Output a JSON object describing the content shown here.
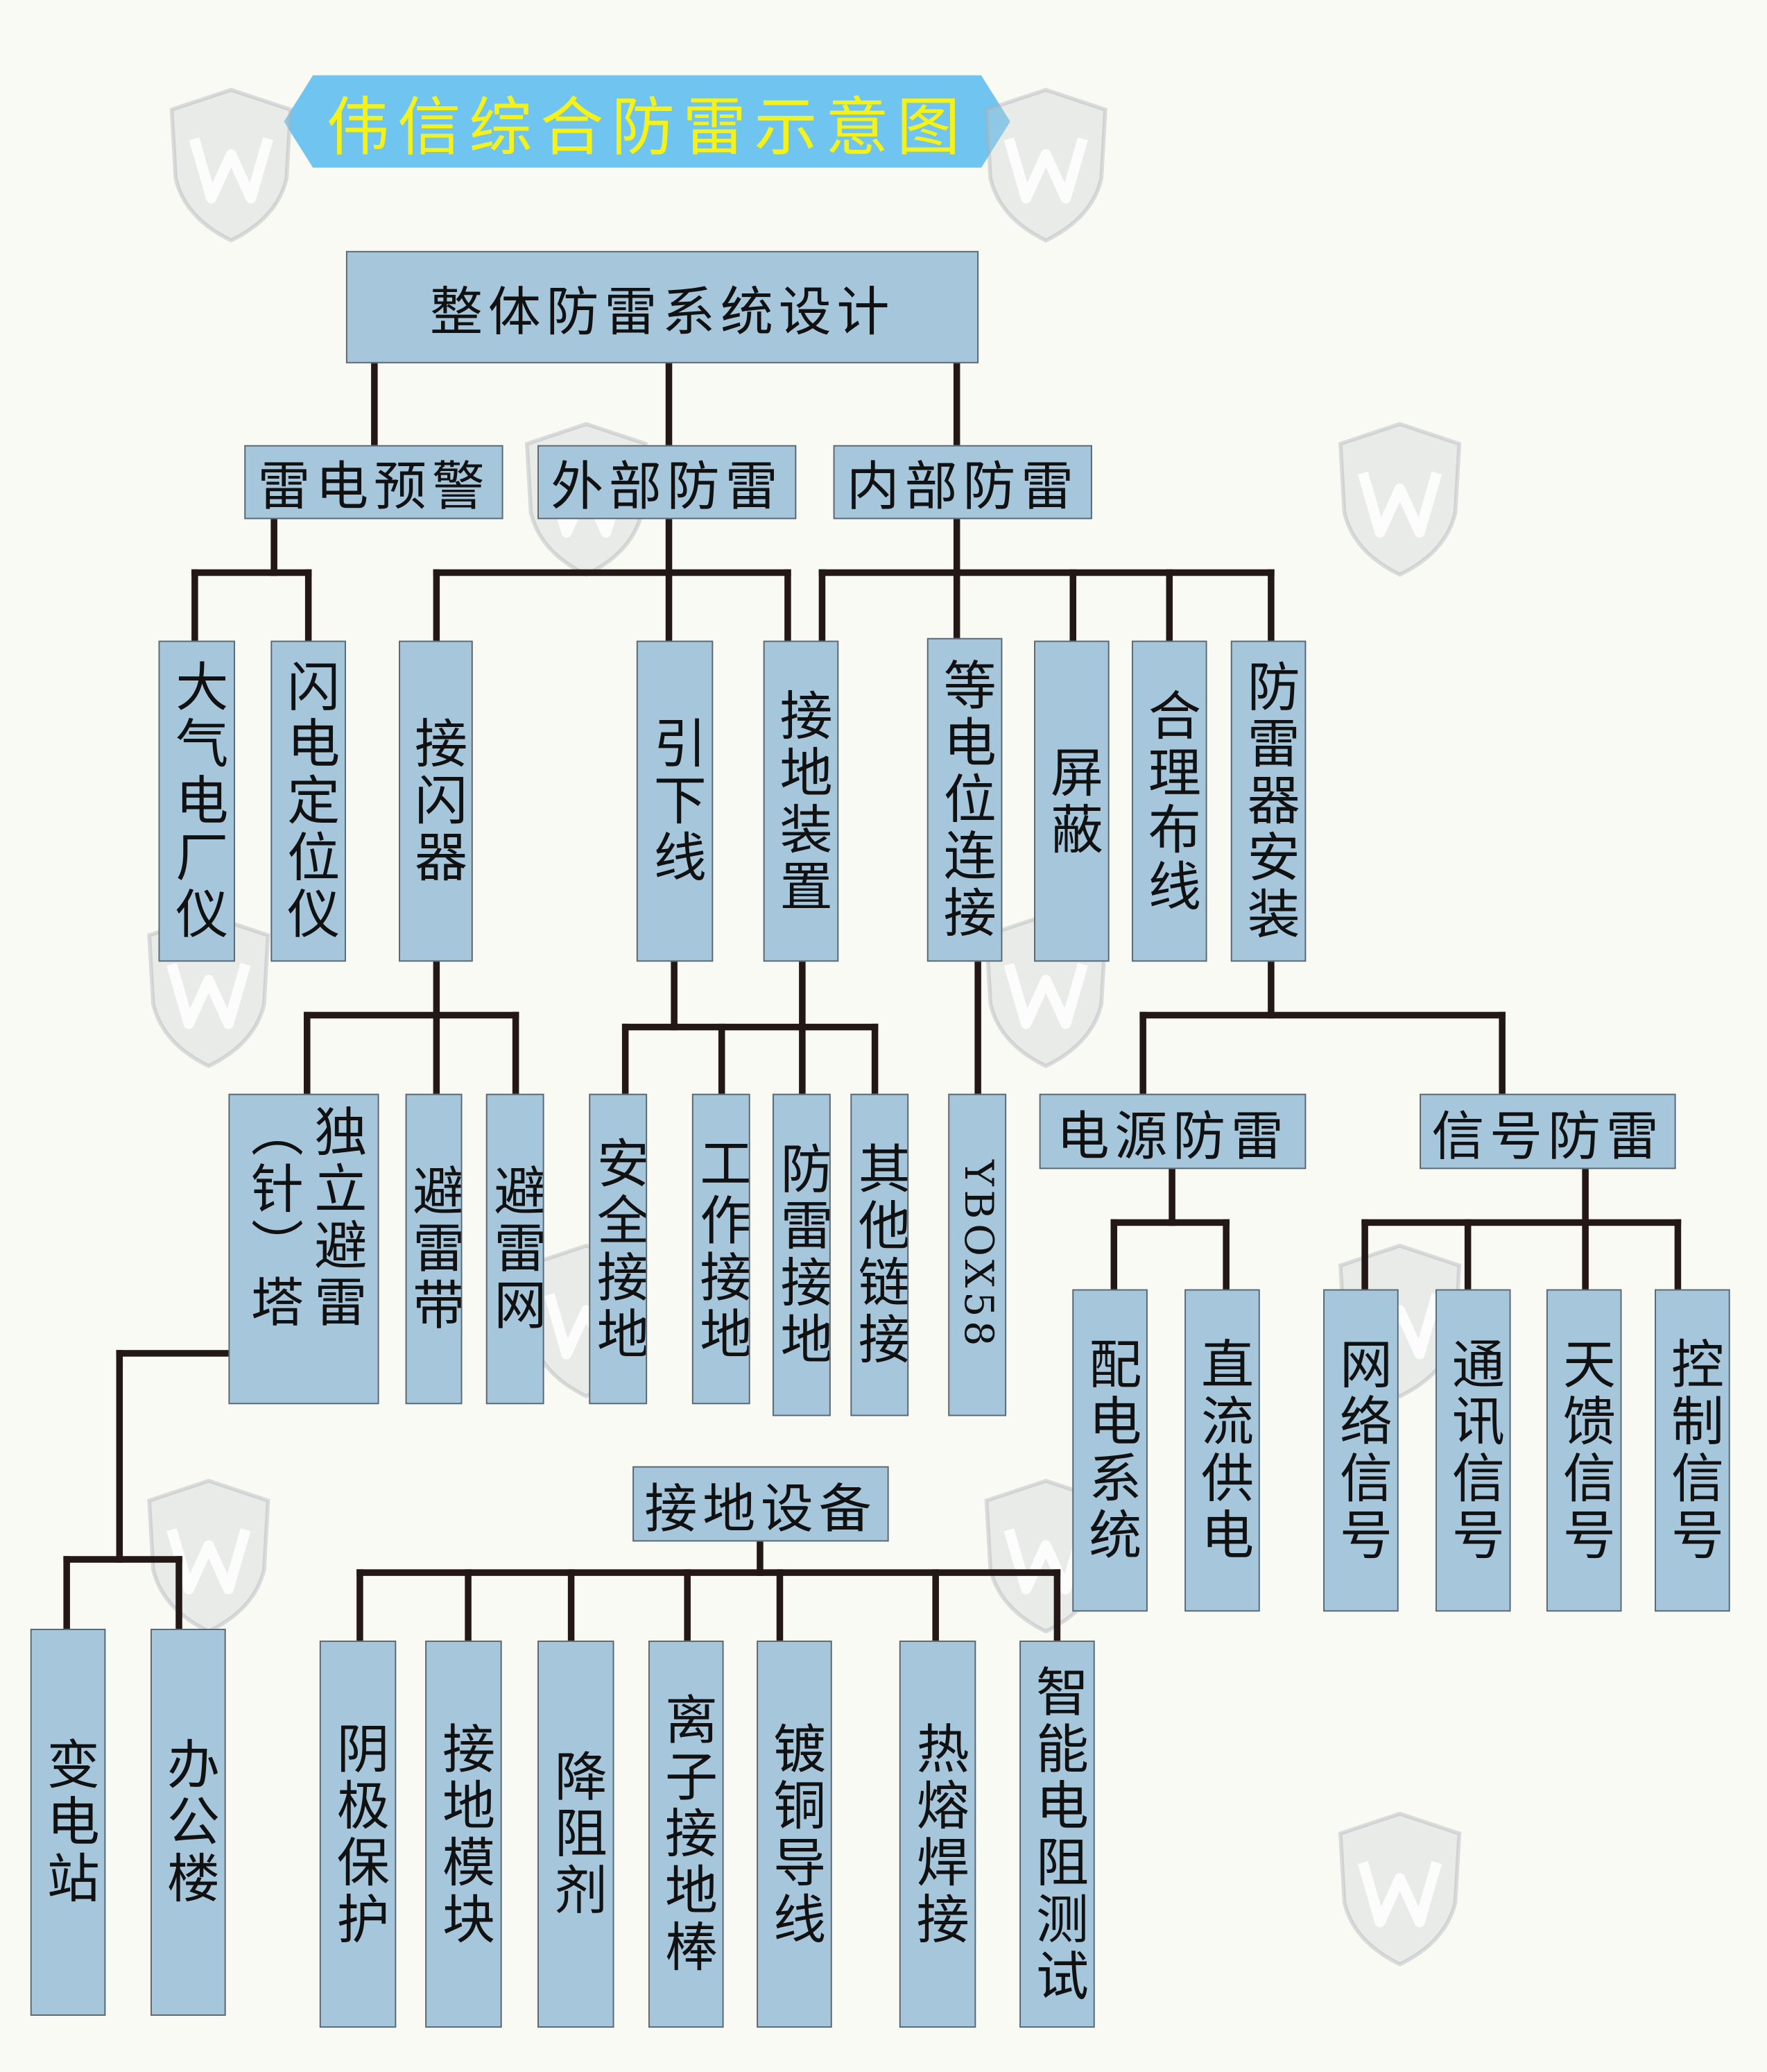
{
  "title": "伟信综合防雷示意图",
  "root": "整体防雷系统设计",
  "watermark": "W",
  "level2": [
    "雷电预警",
    "外部防雷",
    "内部防雷"
  ],
  "warning": [
    "大气电厂仪",
    "闪电定位仪"
  ],
  "external": [
    "接闪器",
    "引下线",
    "接地装置"
  ],
  "internal": [
    "等电位连接",
    "屏蔽",
    "合理布线",
    "防雷器安装"
  ],
  "air_terminal": [
    "独立避雷（针）塔",
    "避雷带",
    "避雷网"
  ],
  "grounding_types": [
    "安全接地",
    "工作接地",
    "防雷接地",
    "其他链接"
  ],
  "equipotential": [
    "YBOX58"
  ],
  "spd": [
    "电源防雷",
    "信号防雷"
  ],
  "power_spd": [
    "配电系统",
    "直流供电"
  ],
  "signal_spd": [
    "网络信号",
    "通讯信号",
    "天馈信号",
    "控制信号"
  ],
  "tower": [
    "变电站",
    "办公楼"
  ],
  "grounding_equipment_title": "接地设备",
  "grounding_equipment": [
    "阴极保护",
    "接地模块",
    "降阻剂",
    "离子接地棒",
    "镀铜导线",
    "热熔焊接",
    "智能电阻测试"
  ]
}
